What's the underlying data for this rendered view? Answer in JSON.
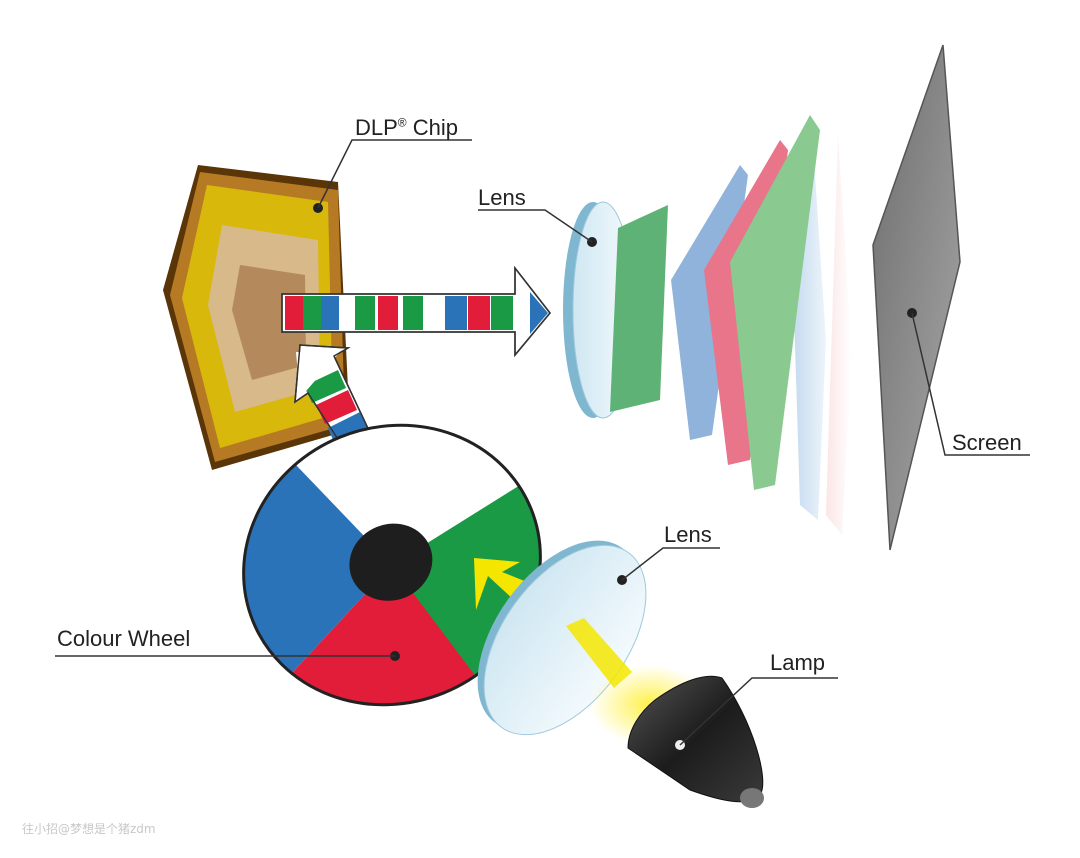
{
  "labels": {
    "dlp_chip": "DLP",
    "dlp_chip_mark": "®",
    "dlp_chip_suffix": " Chip",
    "lens_top": "Lens",
    "screen": "Screen",
    "lens_bottom": "Lens",
    "colour_wheel": "Colour Wheel",
    "lamp": "Lamp"
  },
  "watermark": "往小招@梦想是个猪zdm",
  "colors": {
    "red": "#e11d3a",
    "green": "#1a9a45",
    "blue": "#2b73b8",
    "chip_outer": "#7a4a12",
    "chip_yellow": "#d8b40a",
    "screen": "#8c8c8c",
    "lamp": "#2a2a2a",
    "light_yellow": "#f5e600"
  }
}
